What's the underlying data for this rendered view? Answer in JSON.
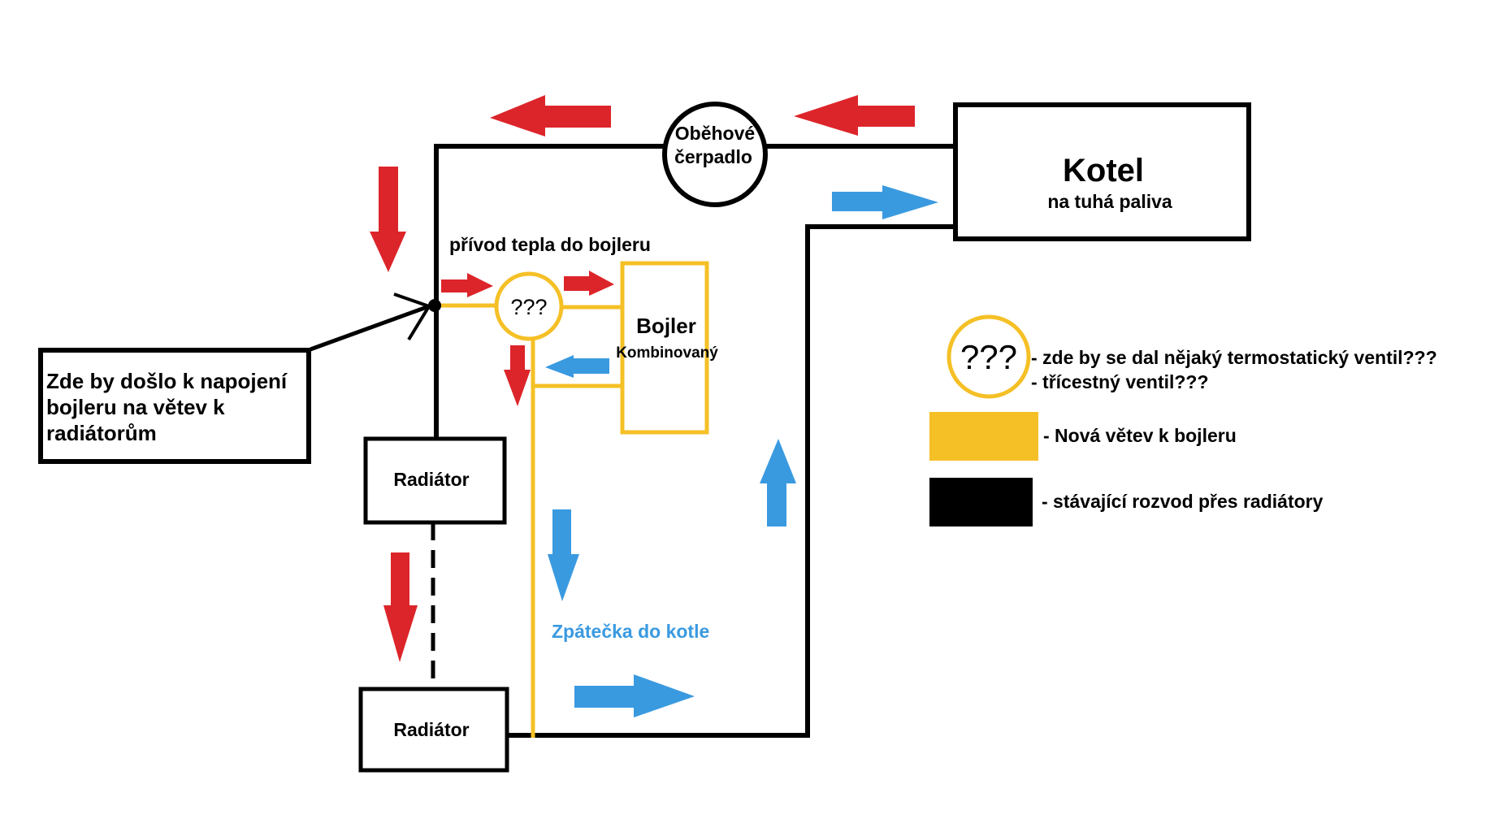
{
  "colors": {
    "hot_flow": "#dc252a",
    "return_flow": "#3a9ae0",
    "new_branch": "#f5c026",
    "existing_pipe": "#000000"
  },
  "boiler": {
    "title": "Kotel",
    "subtitle": "na tuhá paliva"
  },
  "pump": {
    "line1": "Oběhové",
    "line2": "čerpadlo"
  },
  "supply_label": "přívod tepla do bojleru",
  "valve_label": "???",
  "water_heater": {
    "title": "Bojler",
    "subtitle": "Kombinovaný"
  },
  "callout": {
    "lines": [
      "Zde by došlo k napojení",
      "bojleru na větev k",
      "radiátorům"
    ]
  },
  "radiators": [
    "Radiátor",
    "Radiátor"
  ],
  "return_label": "Zpátečka do kotle",
  "legend": {
    "valve_symbol": "???",
    "valve_lines": [
      "- zde by se dal nějaký termostatický ventil???",
      "- třícestný ventil???"
    ],
    "new_branch": "- Nová větev k bojleru",
    "existing": "- stávající rozvod přes radiátory"
  }
}
